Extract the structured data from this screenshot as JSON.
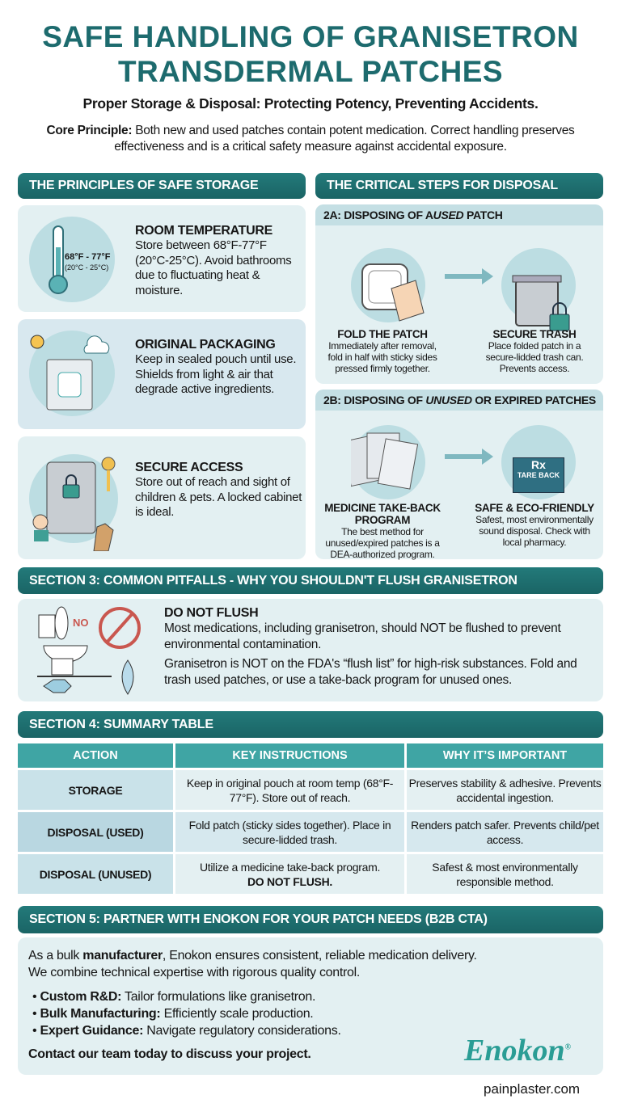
{
  "title": {
    "line1": "SAFE HANDLING OF GRANISETRON",
    "line2": "TRANSDERMAL PATCHES"
  },
  "subtitle": "Proper Storage & Disposal: Protecting Potency, Preventing Accidents.",
  "core": {
    "label": "Core Principle:",
    "text": " Both new and used patches contain potent medication. Correct handling preserves effectiveness and is a critical safety measure against accidental exposure."
  },
  "storage": {
    "header": "THE PRINCIPLES OF SAFE STORAGE",
    "items": [
      {
        "title": "ROOM TEMPERATURE",
        "text": "Store between 68°F-77°F (20°C-25°C). Avoid bathrooms due to fluctuating heat & moisture.",
        "icon": "thermometer-icon",
        "icon_label": "68°F - 77°F",
        "icon_sublabel": "(20°C - 25°C)"
      },
      {
        "title": "ORIGINAL PACKAGING",
        "text": "Keep in sealed pouch until use. Shields from light & air that degrade active ingredients.",
        "icon": "sealed-pouch-icon"
      },
      {
        "title": "SECURE ACCESS",
        "text": "Store out of reach and sight of children & pets. A locked cabinet is ideal.",
        "icon": "locked-cabinet-icon"
      }
    ]
  },
  "disposal": {
    "header": "THE CRITICAL STEPS FOR DISPOSAL",
    "used": {
      "pre": "2A: DISPOSING OF A ",
      "em": "USED",
      "post": " PATCH",
      "steps": [
        {
          "title": "FOLD THE PATCH",
          "text": "Immediately after removal, fold in half with sticky sides pressed firmly together.",
          "icon": "fold-patch-icon"
        },
        {
          "title": "SECURE TRASH",
          "text": "Place folded patch in a secure-lidded trash can. Prevents access.",
          "icon": "locked-trash-icon"
        }
      ]
    },
    "unused": {
      "pre": "2B: DISPOSING OF ",
      "em": "UNUSED",
      "post": " OR EXPIRED PATCHES",
      "steps": [
        {
          "title": "MEDICINE TAKE-BACK PROGRAM",
          "text": "The best method for unused/expired patches is a DEA-authorized program.",
          "icon": "patch-pouches-icon"
        },
        {
          "title": "SAFE & ECO-FRIENDLY",
          "text": "Safest, most environmentally sound disposal. Check with local pharmacy.",
          "icon": "take-back-box-icon",
          "box_rx": "Rx",
          "box_label": "TARE BACK"
        }
      ]
    }
  },
  "pitfalls": {
    "header": "SECTION 3: COMMON PITFALLS - WHY YOU SHOULDN'T FLUSH GRANISETRON",
    "title": "DO NOT FLUSH",
    "p1": "Most medications, including granisetron, should NOT be flushed to prevent environmental contamination.",
    "p2": "Granisetron is NOT on the FDA's “flush list” for high-risk substances. Fold and trash used patches, or use a take-back program for unused ones.",
    "icon_no": "NO"
  },
  "table": {
    "header": "SECTION 4: SUMMARY TABLE",
    "columns": [
      "ACTION",
      "KEY INSTRUCTIONS",
      "WHY IT’S IMPORTANT"
    ],
    "rows": [
      {
        "action": "STORAGE",
        "instructions": "Keep in original pouch at room temp (68°F-77°F). Store out of reach.",
        "why": "Preserves stability & adhesive. Prevents accidental ingestion."
      },
      {
        "action": "DISPOSAL (USED)",
        "instructions": "Fold patch (sticky sides together). Place in secure-lidded trash.",
        "why": "Renders patch safer. Prevents child/pet access."
      },
      {
        "action": "DISPOSAL (UNUSED)",
        "instructions": "Utilize a medicine take-back program.",
        "instructions_bold": "DO NOT FLUSH.",
        "why": "Safest & most environmentally responsible method."
      }
    ]
  },
  "cta": {
    "header": "SECTION 5: PARTNER WITH ENOKON FOR YOUR PATCH NEEDS (B2B CTA)",
    "intro_pre": "As a bulk ",
    "intro_bold": "manufacturer",
    "intro_post": ", Enokon ensures consistent, reliable medication delivery.",
    "intro2": "We combine technical expertise with rigorous quality control.",
    "bullets": [
      {
        "label": "Custom R&D:",
        "text": " Tailor formulations like granisetron."
      },
      {
        "label": "Bulk Manufacturing:",
        "text": " Efficiently scale production."
      },
      {
        "label": "Expert Guidance:",
        "text": " Navigate regulatory considerations."
      }
    ],
    "contact": "Contact our team today to discuss your project.",
    "logo": "Enokon",
    "logo_mark": "®"
  },
  "footer": "painplaster.com",
  "colors": {
    "primary": "#1d6b6e",
    "header": "#1e6e6e",
    "table_header": "#3fa5a4",
    "card": "#e3f0f2",
    "logo": "#2a9d95"
  }
}
